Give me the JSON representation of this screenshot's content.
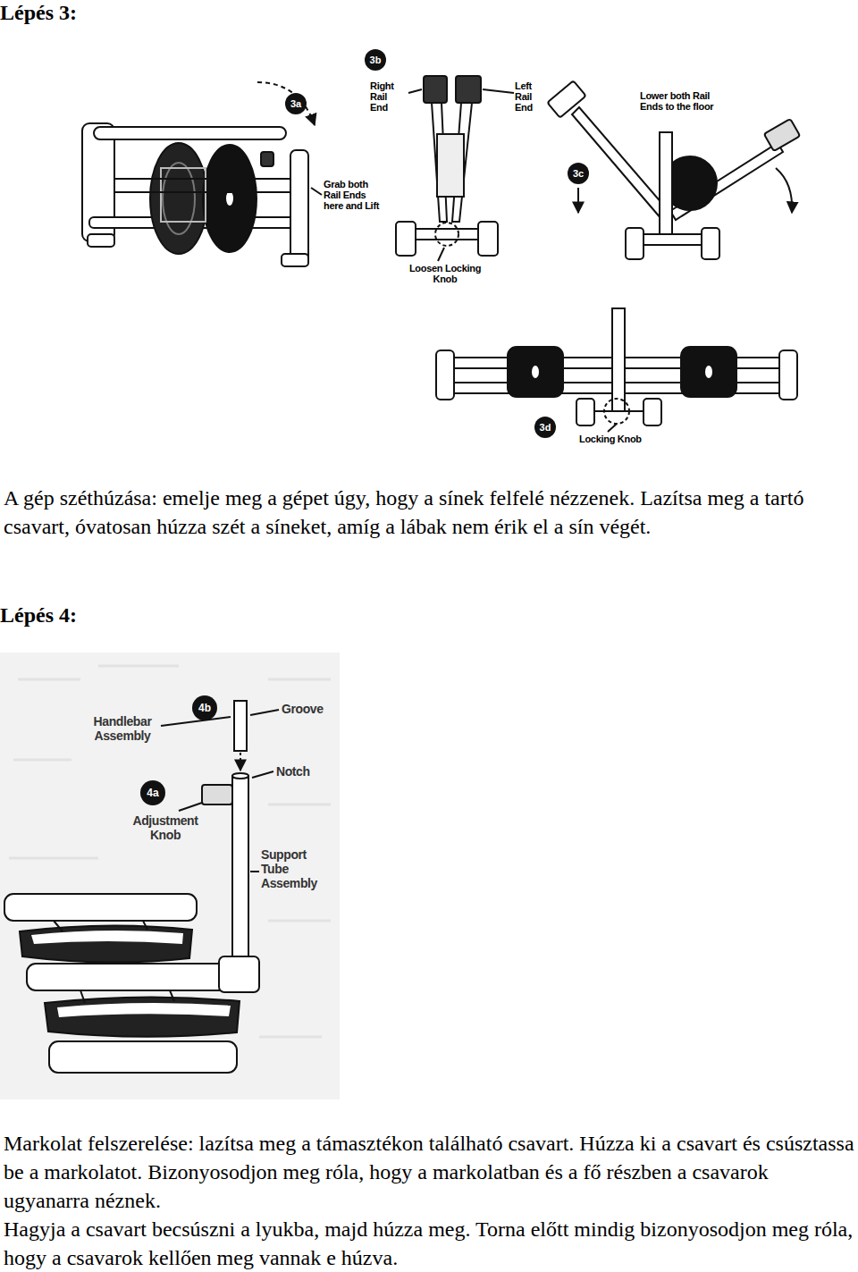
{
  "diagram": {
    "nodes": [
      {
        "text": [
          "3b"
        ]
      },
      {
        "text": [
          "3a"
        ]
      },
      {
        "text": [
          "3c"
        ]
      },
      {
        "text": [
          "3d"
        ]
      },
      {
        "text": [
          "4b"
        ]
      },
      {
        "text": [
          "4a"
        ]
      }
    ],
    "labels": [
      "Lépés 3:",
      "Right Rail End",
      "Left Rail End",
      "Lower both Rail Ends to the floor",
      "Grab both Rail Ends here and Lift",
      "Loosen Locking Knob",
      "Locking Knob",
      "A gép széthúzása: emelje meg a gépet úgy, hogy a sínek felfelé nézzenek. Lazítsa meg a tartó csavart, óvatosan húzza szét a síneket, amíg a lábak nem érik el a sín végét.",
      "Lépés 4:",
      "Groove",
      "Handlebar Assembly",
      "Notch",
      "Adjustment Knob",
      "Support Tube Assembly",
      "Markolat felszerelése: lazítsa meg a támasztékon található csavart. Húzza ki a csavart és csúsztassa be a markolatot. Bizonyosodjon meg róla, hogy a markolatban és a fő részben a csavarok ugyanarra néznek.",
      "Hagyja a csavart becsúszni a lyukba, majd húzza meg. Torna előtt mindig bizonyosodjon meg róla, hogy a csavarok kellően meg vannak e húzva."
    ]
  }
}
